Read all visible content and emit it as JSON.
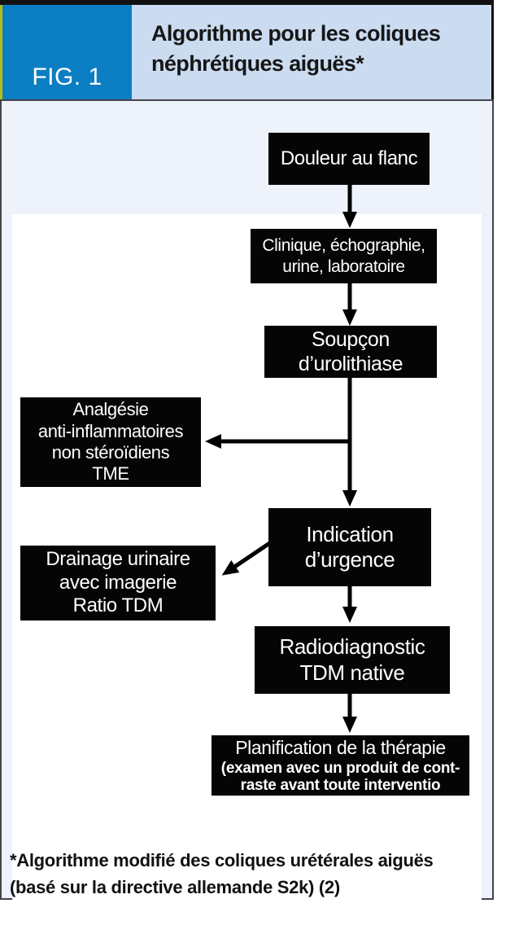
{
  "figure": {
    "label": "FIG. 1",
    "title_line1": "Algorithme pour les coliques",
    "title_line2": "néphrétiques aiguës*"
  },
  "flowchart": {
    "nodes": [
      {
        "name": "douleur-au-flanc",
        "lines": [
          "Douleur au flanc"
        ]
      },
      {
        "name": "clinique-echographie",
        "lines": [
          "Clinique, échographie,",
          "urine, laboratoire"
        ]
      },
      {
        "name": "soupcon-urolithiase",
        "lines": [
          "Soupçon",
          "d’urolithiase"
        ]
      },
      {
        "name": "analgesie",
        "lines": [
          "Analgésie",
          "anti-inflammatoires",
          "non stéroïdiens",
          "TME"
        ]
      },
      {
        "name": "indication-urgence",
        "lines": [
          "Indication",
          "d’urgence"
        ]
      },
      {
        "name": "drainage-urinaire",
        "lines": [
          "Drainage urinaire",
          "avec imagerie",
          "Ratio TDM"
        ]
      },
      {
        "name": "radiodiagnostic",
        "lines": [
          "Radiodiagnostic",
          "TDM native"
        ]
      },
      {
        "name": "planification",
        "lines": [
          "Planification de la thérapie",
          "(examen avec un produit de cont-",
          "raste avant toute interventio"
        ]
      }
    ]
  },
  "footnote": {
    "line1": "*Algorithme modifié des coliques urétérales aiguës",
    "line2": "(basé sur la directive allemande S2k) (2)"
  },
  "colors": {
    "fig_badge_blue": "#0b7ec3",
    "accent_lime": "#aec010",
    "title_bg_blue": "#cbdcf1",
    "frame_bg": "#edf2fb",
    "frame_border": "#43434a",
    "node_bg": "#050505",
    "node_text": "#ffffff"
  }
}
